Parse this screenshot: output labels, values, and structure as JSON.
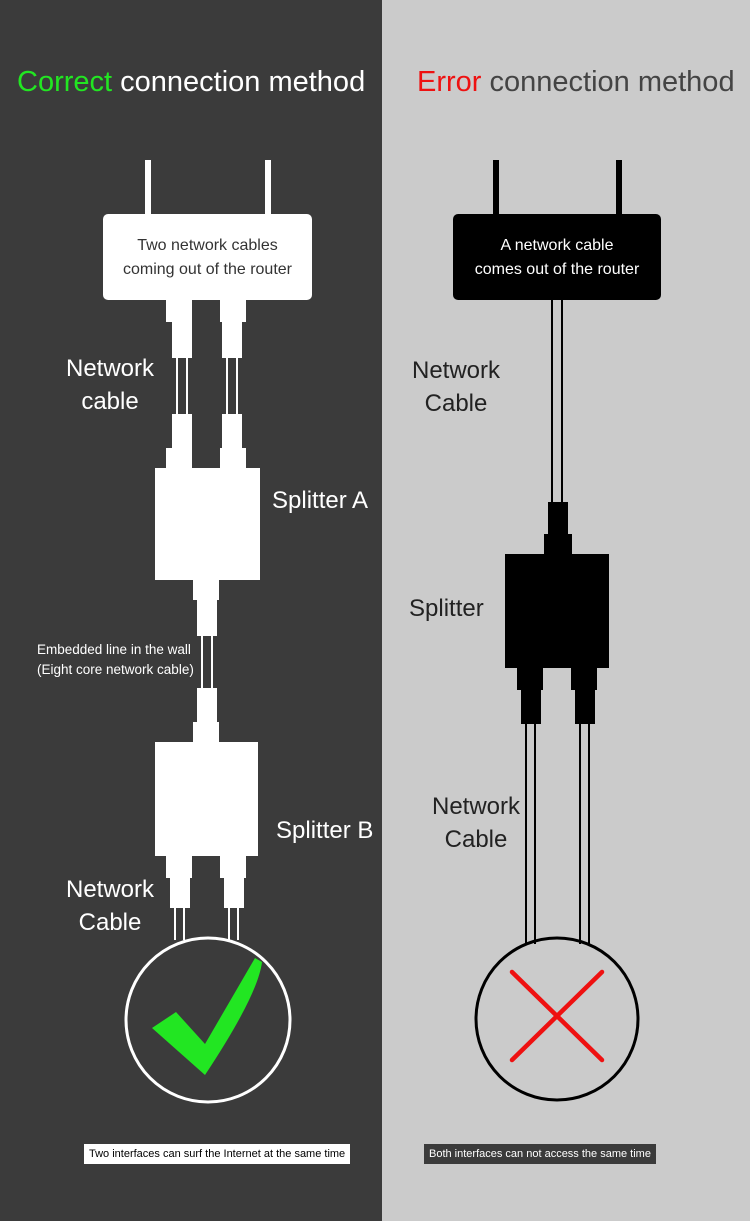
{
  "left": {
    "heading_highlight": "Correct",
    "heading_rest": " connection method",
    "router_text": [
      "Two network cables",
      "coming out of the router"
    ],
    "cable_label": [
      "Network",
      "cable"
    ],
    "splitter_a": "Splitter A",
    "wall_line": [
      "Embedded line in the wall",
      "(Eight core network cable)"
    ],
    "splitter_b": "Splitter B",
    "cable_label_2": [
      "Network",
      "Cable"
    ],
    "result_icon": "check-mark-icon",
    "note": "Two interfaces can surf the Internet at the same time"
  },
  "right": {
    "heading_highlight": "Error",
    "heading_rest": " connection method",
    "router_text": [
      "A network cable",
      "comes out of the router"
    ],
    "cable_label": [
      "Network",
      "Cable"
    ],
    "splitter": "Splitter",
    "cable_label_2": [
      "Network",
      "Cable"
    ],
    "result_icon": "cross-mark-icon",
    "note": "Both interfaces can not access the same time"
  },
  "colors": {
    "left_bg": "#3b3b3b",
    "right_bg": "#cbcbcb",
    "correct_accent": "#22e622",
    "error_accent": "#ee1111",
    "left_heading_rest": "#ffffff",
    "right_heading_rest": "#444444"
  }
}
